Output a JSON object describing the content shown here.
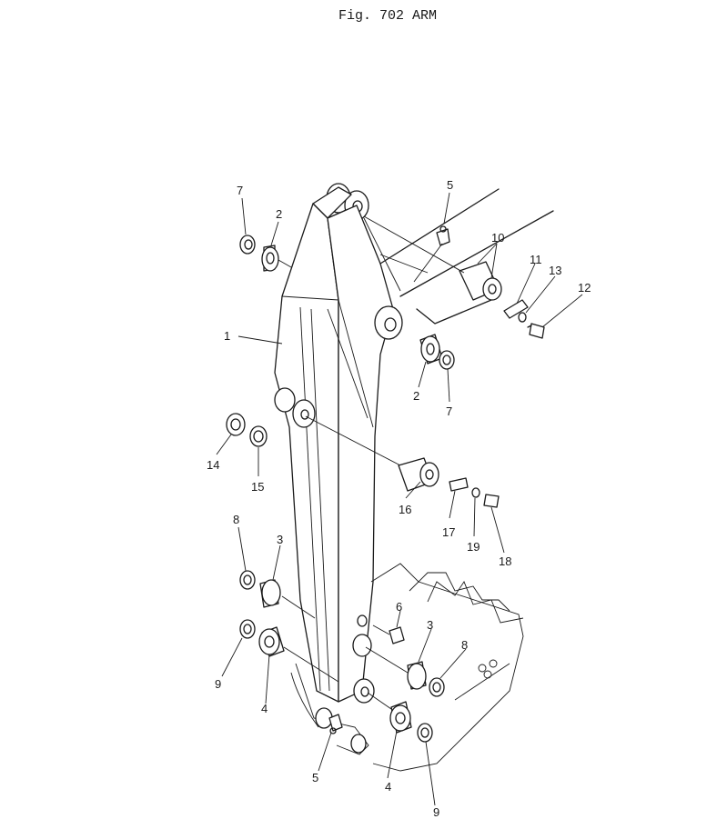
{
  "figure": {
    "title": "Fig. 702   ARM"
  },
  "callouts": [
    {
      "id": "c7a",
      "text": "7"
    },
    {
      "id": "c2a",
      "text": "2"
    },
    {
      "id": "c5a",
      "text": "5"
    },
    {
      "id": "c10",
      "text": "10"
    },
    {
      "id": "c11",
      "text": "11"
    },
    {
      "id": "c13",
      "text": "13"
    },
    {
      "id": "c12",
      "text": "12"
    },
    {
      "id": "c1",
      "text": "1"
    },
    {
      "id": "c2b",
      "text": "2"
    },
    {
      "id": "c7b",
      "text": "7"
    },
    {
      "id": "c14",
      "text": "14"
    },
    {
      "id": "c15",
      "text": "15"
    },
    {
      "id": "c16",
      "text": "16"
    },
    {
      "id": "c17",
      "text": "17"
    },
    {
      "id": "c19",
      "text": "19"
    },
    {
      "id": "c18",
      "text": "18"
    },
    {
      "id": "c8a",
      "text": "8"
    },
    {
      "id": "c3a",
      "text": "3"
    },
    {
      "id": "c6",
      "text": "6"
    },
    {
      "id": "c3b",
      "text": "3"
    },
    {
      "id": "c8b",
      "text": "8"
    },
    {
      "id": "c9a",
      "text": "9"
    },
    {
      "id": "c4a",
      "text": "4"
    },
    {
      "id": "c5b",
      "text": "5"
    },
    {
      "id": "c4b",
      "text": "4"
    },
    {
      "id": "c9b",
      "text": "9"
    }
  ]
}
